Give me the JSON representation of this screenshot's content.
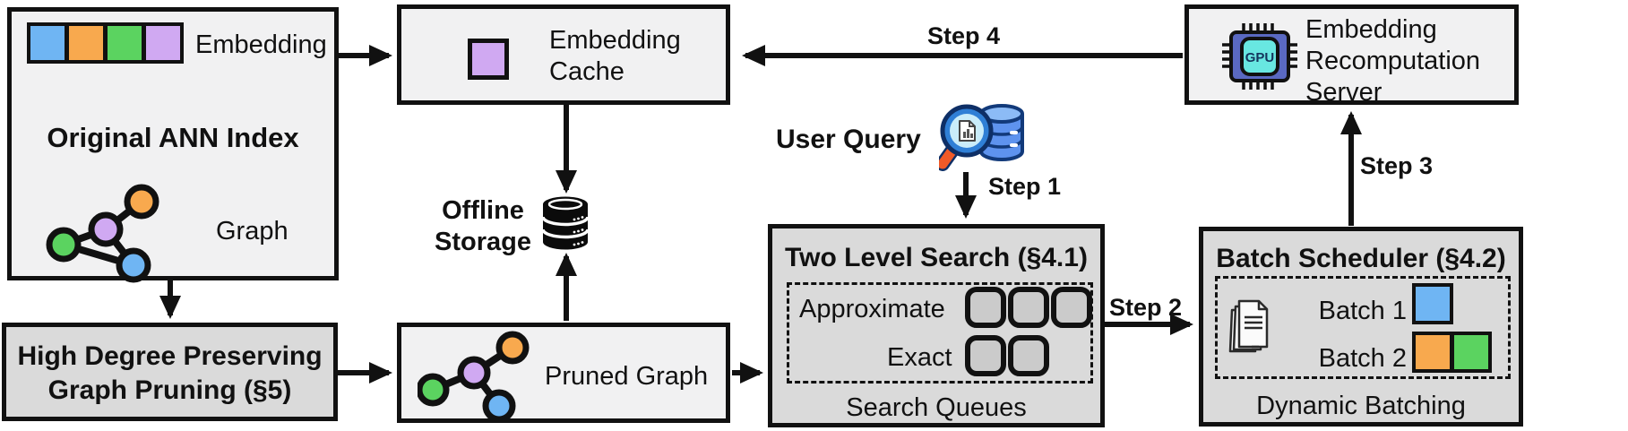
{
  "colors": {
    "blue": "#6fb5f3",
    "orange": "#f8a94e",
    "green": "#5bd360",
    "purple": "#d0a9f2",
    "box_light": "#f1f1f2",
    "box_dark": "#dadada",
    "queue_fill": "#cbcbcb",
    "chip_body": "#5a69c2",
    "chip_screen": "#68e7e1",
    "magnifier_rim": "#1d4e9e",
    "magnifier_lens": "#c9ecfa",
    "magnifier_glass": "#2f7fd6",
    "handle_orange": "#f05a28",
    "db_blue": "#5e93ee"
  },
  "ann_index": {
    "title": "Original ANN Index",
    "embedding_label": "Embedding",
    "graph_label": "Graph",
    "embedding_colors": [
      "blue",
      "orange",
      "green",
      "purple"
    ]
  },
  "embedding_cache": {
    "label": "Embedding Cache"
  },
  "recomputation_server": {
    "label": "Embedding Recomputation Server",
    "gpu_label": "GPU"
  },
  "offline_storage": {
    "label": "Offline Storage"
  },
  "user_query": {
    "label": "User Query"
  },
  "steps": {
    "s1": "Step 1",
    "s2": "Step 2",
    "s3": "Step 3",
    "s4": "Step 4"
  },
  "two_level_search": {
    "title": "Two Level Search (§4.1)",
    "approximate_label": "Approximate",
    "approximate_slots": 3,
    "exact_label": "Exact",
    "exact_slots": 2,
    "footer": "Search Queues"
  },
  "batch_scheduler": {
    "title": "Batch Scheduler (§4.2)",
    "batch1_label": "Batch 1",
    "batch1_colors": [
      "blue"
    ],
    "batch2_label": "Batch 2",
    "batch2_colors": [
      "orange",
      "green"
    ],
    "footer": "Dynamic Batching"
  },
  "graph_pruning": {
    "title": "High Degree Preserving Graph Pruning (§5)"
  },
  "pruned_graph": {
    "label": "Pruned Graph"
  }
}
